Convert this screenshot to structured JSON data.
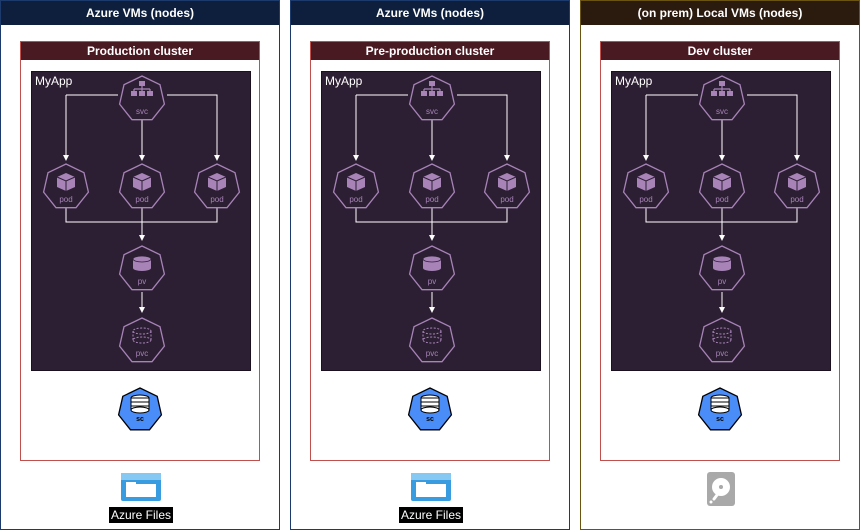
{
  "groups": [
    {
      "title": "Azure VMs (nodes)",
      "cluster": "Production cluster",
      "app": "MyApp",
      "nodes": {
        "svc": "svc",
        "pod": "pod",
        "pv": "pv",
        "pvc": "pvc",
        "sc": "sc"
      },
      "storage": {
        "label": "Azure Files",
        "icon": "azure-files-icon"
      }
    },
    {
      "title": "Azure VMs (nodes)",
      "cluster": "Pre-production cluster",
      "app": "MyApp",
      "nodes": {
        "svc": "svc",
        "pod": "pod",
        "pv": "pv",
        "pvc": "pvc",
        "sc": "sc"
      },
      "storage": {
        "label": "Azure Files",
        "icon": "azure-files-icon"
      }
    },
    {
      "title": "(on prem) Local VMs (nodes)",
      "cluster": "Dev cluster",
      "app": "MyApp",
      "nodes": {
        "svc": "svc",
        "pod": "pod",
        "pv": "pv",
        "pvc": "pvc",
        "sc": "sc"
      },
      "storage": {
        "label": "",
        "icon": "hard-disk-icon"
      }
    }
  ],
  "colors": {
    "azure_header": "#0d1f3c",
    "onprem_header": "#2b1a0e",
    "cluster_header": "#4a1a22",
    "app_bg": "#2d1f33",
    "k8s_purple": "#a783b8",
    "sc_blue": "#4a8df8"
  }
}
